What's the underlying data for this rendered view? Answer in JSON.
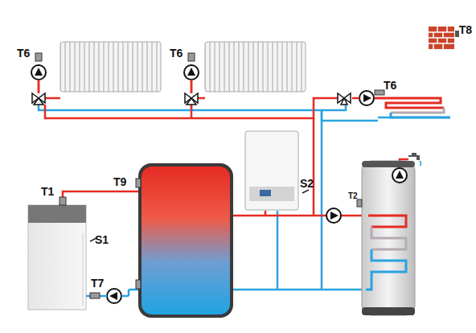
{
  "diagram": {
    "labels": [
      "T6",
      "T6",
      "T8",
      "T6",
      "T1",
      "T9",
      "S2",
      "T2",
      "S1",
      "T7"
    ]
  }
}
